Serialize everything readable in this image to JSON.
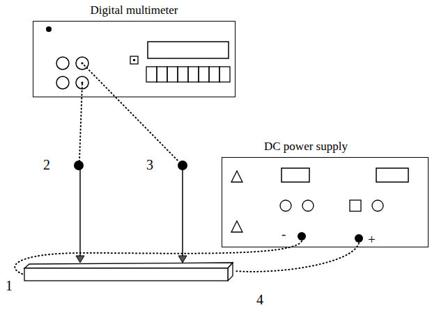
{
  "diagram": {
    "nodes": [
      {
        "text": [
          "Digital multimeter"
        ]
      },
      {
        "text": [
          "DC power supply"
        ]
      }
    ],
    "labels": [
      "2",
      "3",
      "-",
      "+",
      "1",
      "4"
    ]
  }
}
